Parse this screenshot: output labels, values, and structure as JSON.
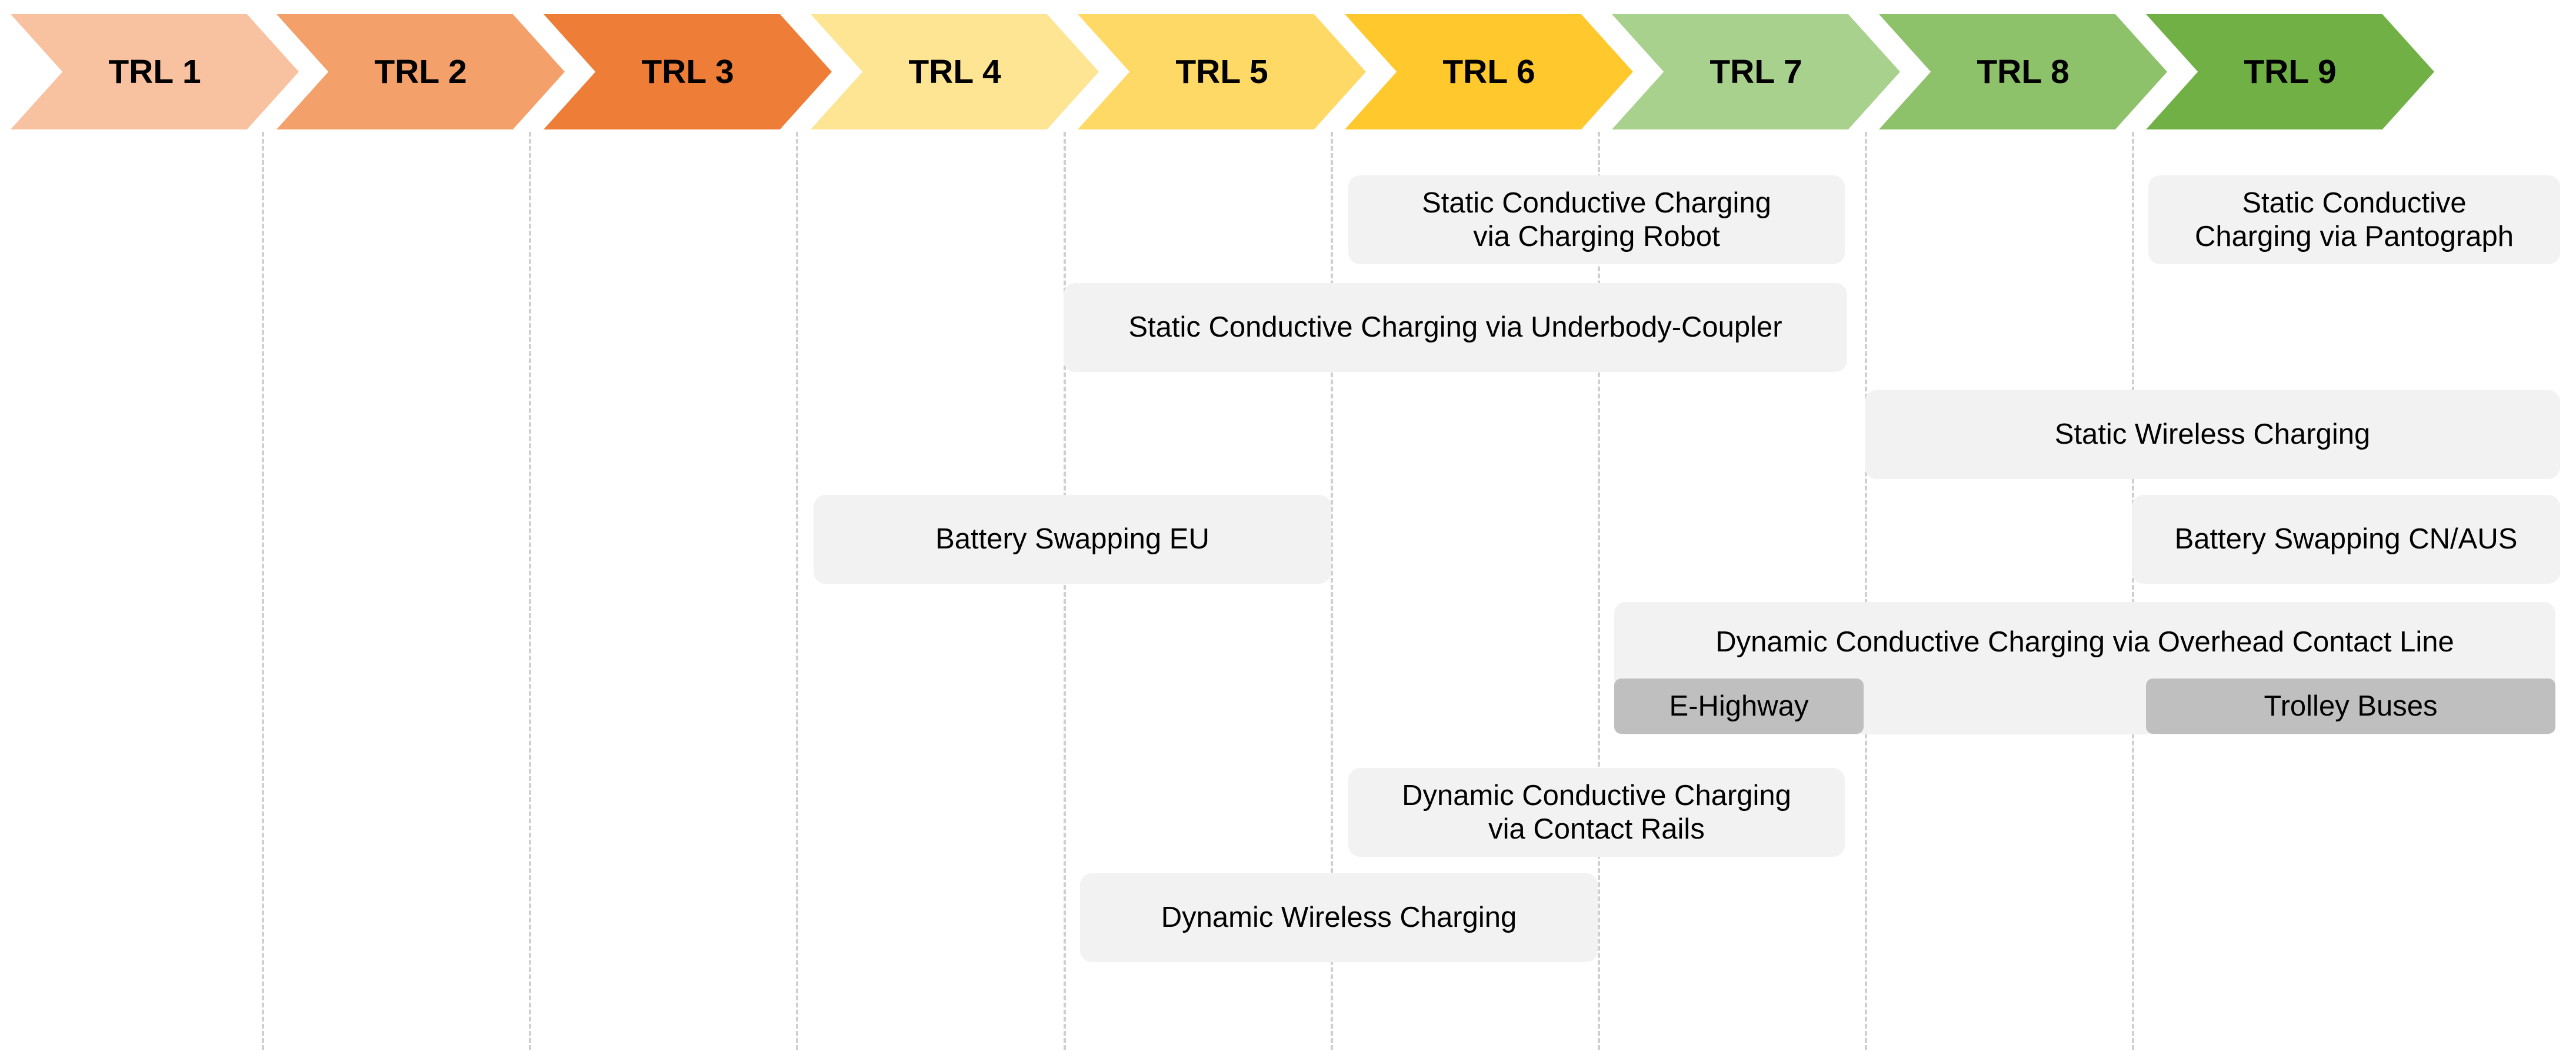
{
  "header": {
    "levels": [
      {
        "label": "TRL 1",
        "color": "#f8c2a0"
      },
      {
        "label": "TRL 2",
        "color": "#f3a06a"
      },
      {
        "label": "TRL 3",
        "color": "#ee7d38"
      },
      {
        "label": "TRL 4",
        "color": "#fee593"
      },
      {
        "label": "TRL 5",
        "color": "#ffd966"
      },
      {
        "label": "TRL 6",
        "color": "#ffc82c"
      },
      {
        "label": "TRL 7",
        "color": "#a9d18e"
      },
      {
        "label": "TRL 8",
        "color": "#8dc26a"
      },
      {
        "label": "TRL 9",
        "color": "#71b045"
      }
    ]
  },
  "technologies": {
    "static_robot": "Static Conductive Charging\nvia Charging Robot",
    "static_pantograph": "Static Conductive\nCharging via Pantograph",
    "static_underbody": "Static Conductive Charging via Underbody-Coupler",
    "static_wireless": "Static Wireless Charging",
    "battery_eu": "Battery Swapping EU",
    "battery_cn": "Battery Swapping CN/AUS",
    "dynamic_overhead": "Dynamic Conductive Charging via Overhead Contact Line",
    "e_highway": "E-Highway",
    "trolley_buses": "Trolley Buses",
    "dynamic_rails": "Dynamic Conductive Charging\nvia Contact Rails",
    "dynamic_wireless": "Dynamic Wireless Charging"
  }
}
